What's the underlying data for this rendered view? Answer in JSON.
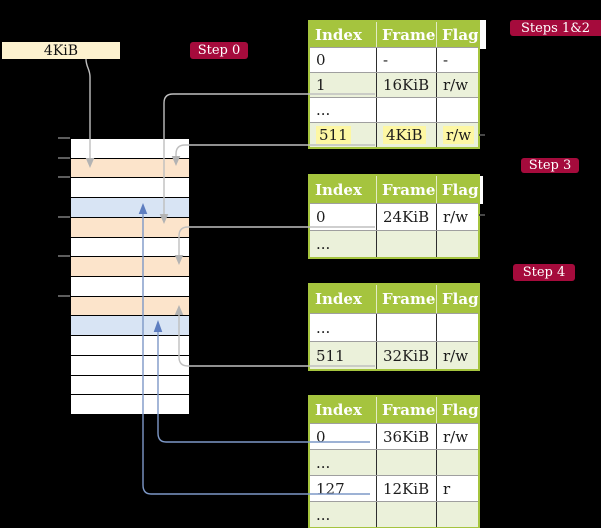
{
  "label_4kib": "4KiB",
  "badges": [
    {
      "label": "Step 0"
    },
    {
      "label": "Steps 1&2"
    },
    {
      "label": "Step 3"
    },
    {
      "label": "Step 4"
    }
  ],
  "memory": {
    "rows": [
      {
        "color": "white"
      },
      {
        "color": "peach"
      },
      {
        "color": "white"
      },
      {
        "color": "blue"
      },
      {
        "color": "peach"
      },
      {
        "color": "white"
      },
      {
        "color": "peach"
      },
      {
        "color": "white"
      },
      {
        "color": "peach"
      },
      {
        "color": "blue"
      },
      {
        "color": "white"
      },
      {
        "color": "white"
      },
      {
        "color": "white"
      },
      {
        "color": "white"
      }
    ]
  },
  "tables": [
    {
      "id": "table-steps-1-2",
      "headers": [
        "Index",
        "Frame",
        "Flags"
      ],
      "rows": [
        {
          "cells": [
            "0",
            "-",
            "-"
          ],
          "shade": "white"
        },
        {
          "cells": [
            "1",
            "16KiB",
            "r/w"
          ],
          "shade": "green"
        },
        {
          "cells": [
            "...",
            "",
            ""
          ],
          "shade": "white"
        },
        {
          "cells": [
            "511",
            "4KiB",
            "r/w"
          ],
          "shade": "green",
          "highlight": true
        }
      ]
    },
    {
      "id": "table-step-3",
      "headers": [
        "Index",
        "Frame",
        "Flags"
      ],
      "rows": [
        {
          "cells": [
            "0",
            "24KiB",
            "r/w"
          ],
          "shade": "white"
        },
        {
          "cells": [
            "...",
            "",
            ""
          ],
          "shade": "green"
        }
      ]
    },
    {
      "id": "table-step-4-upper",
      "headers": [
        "Index",
        "Frame",
        "Flags"
      ],
      "rows": [
        {
          "cells": [
            "...",
            "",
            ""
          ],
          "shade": "white"
        },
        {
          "cells": [
            "511",
            "32KiB",
            "r/w"
          ],
          "shade": "green"
        }
      ]
    },
    {
      "id": "table-step-4-lower",
      "headers": [
        "Index",
        "Frame",
        "Flags"
      ],
      "rows": [
        {
          "cells": [
            "0",
            "36KiB",
            "r/w"
          ],
          "shade": "white"
        },
        {
          "cells": [
            "...",
            "",
            ""
          ],
          "shade": "green"
        },
        {
          "cells": [
            "127",
            "12KiB",
            "r"
          ],
          "shade": "white"
        },
        {
          "cells": [
            "...",
            "",
            ""
          ],
          "shade": "green"
        }
      ]
    }
  ],
  "arrows": [
    {
      "from": "label-4kib",
      "to_memory_row": 2,
      "color": "gray"
    },
    {
      "from": "table-steps-1-2:index-1",
      "to_memory_row": 5,
      "color": "gray"
    },
    {
      "from": "table-steps-1-2:index-511",
      "to_memory_row": 2,
      "color": "gray"
    },
    {
      "from": "table-step-3:index-0",
      "to_memory_row": 7,
      "color": "gray"
    },
    {
      "from": "table-step-4-upper:index-511",
      "to_memory_row": 9,
      "color": "gray"
    },
    {
      "from": "table-step-4-lower:index-0",
      "to_memory_row": 10,
      "color": "blue"
    },
    {
      "from": "table-step-4-lower:index-127",
      "to_memory_row": 4,
      "color": "blue"
    }
  ],
  "colors": {
    "background": "#000000",
    "badge": "#a50b3c",
    "table_header": "#a5c43e",
    "row_green": "#ebf1da",
    "row_white": "#ffffff",
    "memory_peach": "#fce4cb",
    "memory_blue": "#d8e4f4",
    "label_cream": "#fdf2cf",
    "highlight_yellow": "#fdf7a3",
    "connector_gray": "#bfbfbf",
    "connector_blue": "#7d98c7"
  }
}
